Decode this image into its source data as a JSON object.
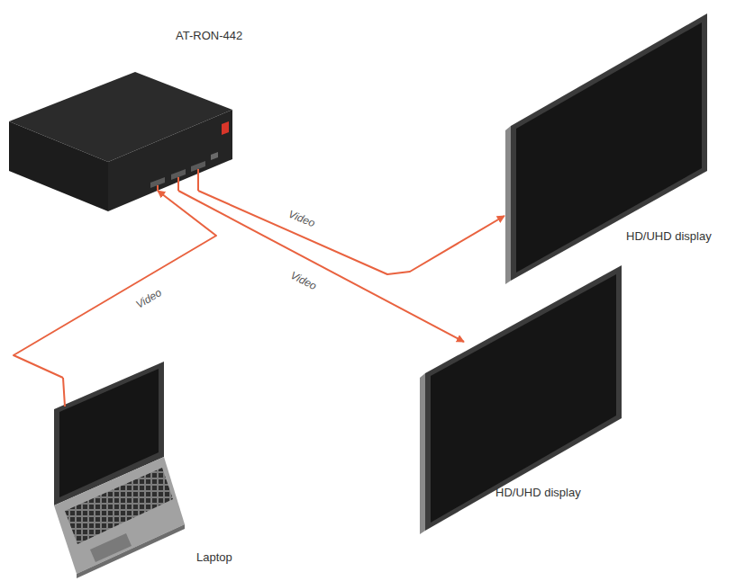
{
  "diagram": {
    "nodes": [
      {
        "text": [
          "AT-RON-442"
        ]
      },
      {
        "text": [
          "HD/UHD display"
        ]
      },
      {
        "text": [
          "HD/UHD display"
        ]
      },
      {
        "text": [
          "Laptop"
        ]
      }
    ],
    "edges": [
      {
        "from": 3,
        "to": 0,
        "arrow": "to",
        "label": "Video"
      },
      {
        "from": 0,
        "to": 1,
        "arrow": "to",
        "label": "Video"
      },
      {
        "from": 0,
        "to": 2,
        "arrow": "to",
        "label": "Video"
      }
    ]
  }
}
